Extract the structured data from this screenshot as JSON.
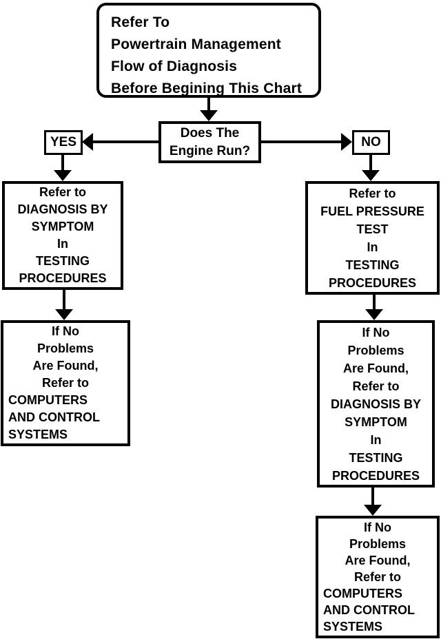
{
  "colors": {
    "ink": "#000000",
    "paper": "#ffffff"
  },
  "diagram": {
    "type": "flowchart",
    "topic": "Engine diagnosis flow chart"
  },
  "nodes": {
    "title": {
      "lines": [
        "Refer To",
        "Powertrain Management",
        "Flow of Diagnosis",
        "Before Begining This Chart"
      ]
    },
    "decision": {
      "lines": [
        "Does The",
        "Engine Run?"
      ]
    },
    "yes": {
      "label": "YES"
    },
    "no": {
      "label": "NO"
    },
    "left1": {
      "lines": [
        "Refer to",
        "DIAGNOSIS BY",
        "SYMPTOM",
        "In",
        "TESTING",
        "PROCEDURES"
      ]
    },
    "left2": {
      "lines": [
        "If No",
        "Problems",
        "Are Found,",
        "Refer to",
        "COMPUTERS",
        "AND CONTROL",
        "SYSTEMS"
      ]
    },
    "right1": {
      "lines": [
        "Refer to",
        "FUEL PRESSURE",
        "TEST",
        "In",
        "TESTING",
        "PROCEDURES"
      ]
    },
    "right2": {
      "lines": [
        "If No",
        "Problems",
        "Are Found,",
        "Refer to",
        "DIAGNOSIS BY",
        "SYMPTOM",
        "In",
        "TESTING",
        "PROCEDURES"
      ]
    },
    "right3": {
      "lines": [
        "If No",
        "Problems",
        "Are Found,",
        "Refer to",
        "COMPUTERS",
        "AND CONTROL",
        "SYSTEMS"
      ]
    }
  }
}
